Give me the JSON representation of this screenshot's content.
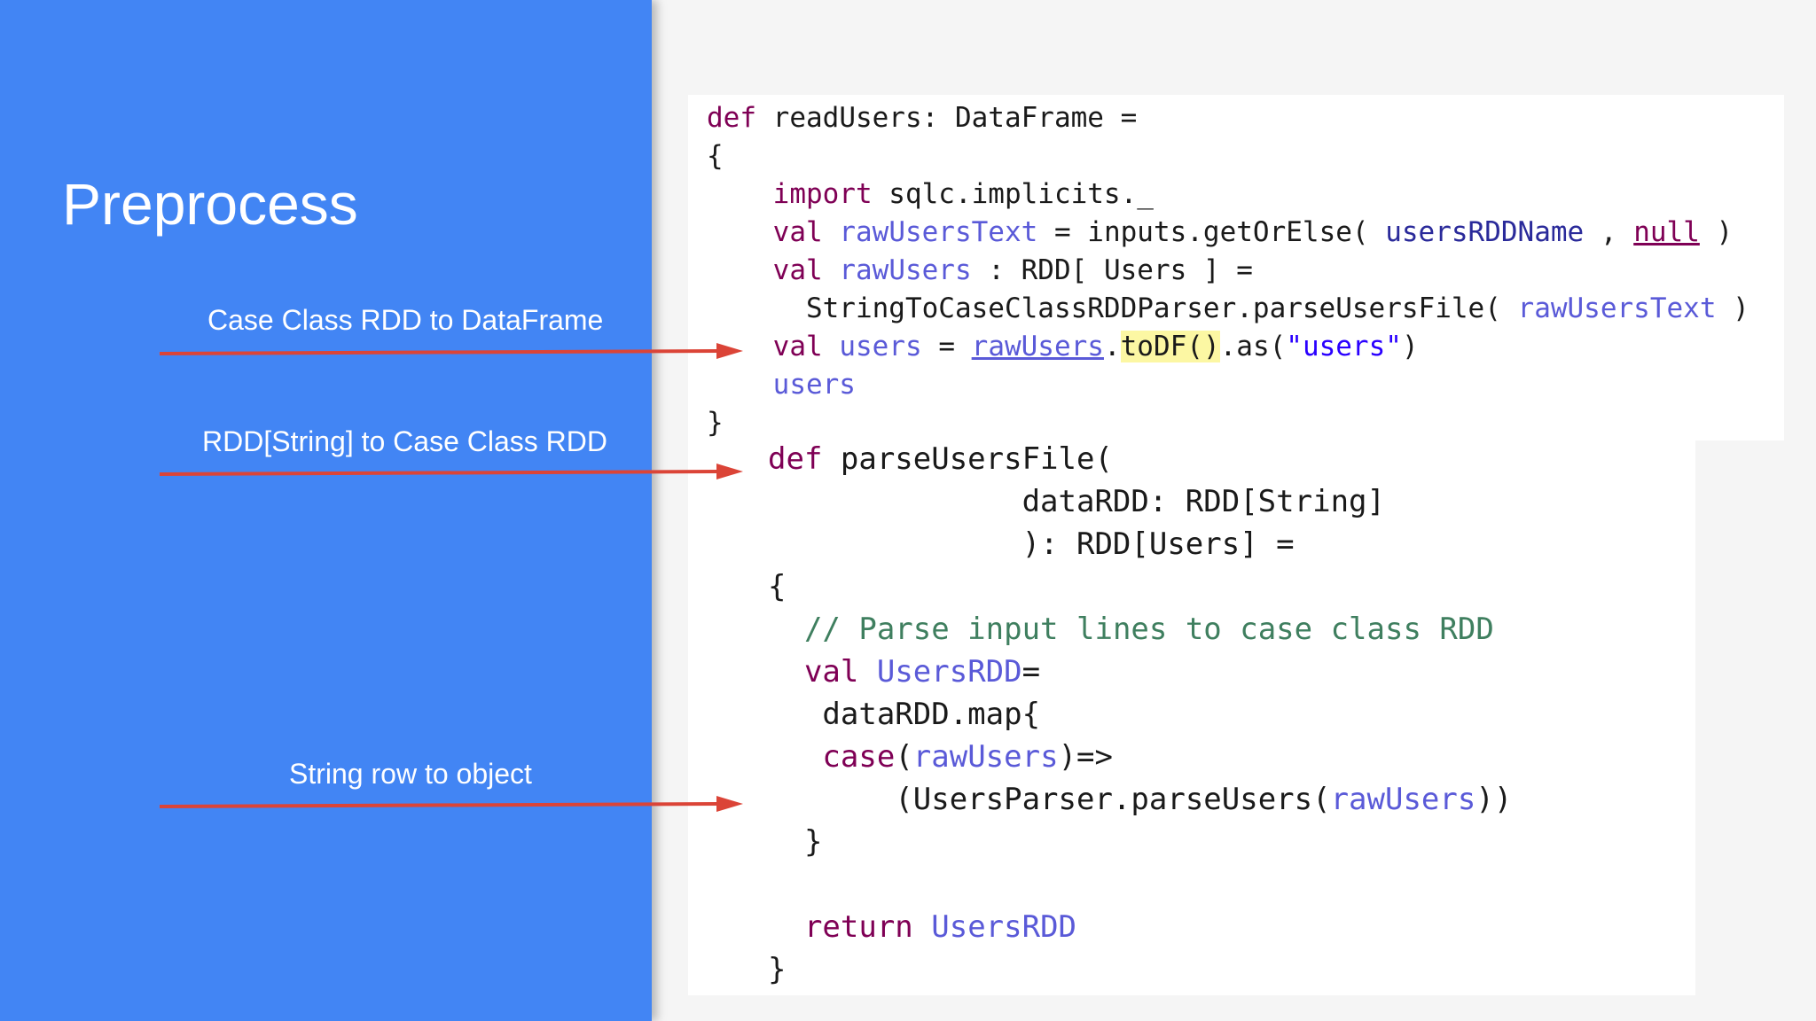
{
  "slide": {
    "title": "Preprocess",
    "annotations": [
      "Case Class RDD to DataFrame",
      "RDD[String] to Case Class RDD",
      "String row to object"
    ],
    "colors": {
      "panel": "#4285f4",
      "arrow": "#db4437",
      "keyword": "#7f0055",
      "variable": "#5a5ad8",
      "comment": "#3f7f5f",
      "highlight": "#fcf7a3"
    }
  },
  "code1": {
    "l1": {
      "kw": "def",
      "rest": " readUsers: DataFrame ="
    },
    "l2": "{",
    "l3": {
      "kw": "import",
      "rest": " sqlc.implicits._"
    },
    "l4": {
      "kw": "val",
      "v": "rawUsersText",
      "mid": " = inputs.getOrElse( ",
      "arg": "usersRDDName",
      "sep": " , ",
      "nul": "null",
      "end": " )"
    },
    "l5": {
      "kw": "val",
      "v": "rawUsers",
      "rest": " : RDD[ Users ] ="
    },
    "l6": {
      "pre": "StringToCaseClassRDDParser.parseUsersFile( ",
      "v": "rawUsersText",
      "end": " )"
    },
    "l7": {
      "kw": "val",
      "v": "users",
      "eq": " = ",
      "u": "rawUsers",
      "dot": ".",
      "hl": "toDF()",
      "as": ".as(",
      "s": "\"users\"",
      "end": ")"
    },
    "l8": "users",
    "l9": "}"
  },
  "code2": {
    "l1": {
      "kw": "def",
      "rest": " parseUsersFile("
    },
    "l2": "dataRDD: RDD[String]",
    "l3": "): RDD[Users] =",
    "l4": "{",
    "l5": "// Parse input lines to case class RDD",
    "l6": {
      "kw": "val",
      "v": "UsersRDD",
      "rest": "="
    },
    "l7": "dataRDD.map{",
    "l8": {
      "kw": "case",
      "open": "(",
      "v": "rawUsers",
      "rest": ")=>"
    },
    "l9": {
      "pre": "(UsersParser.parseUsers(",
      "v": "rawUsers",
      "end": "))"
    },
    "l10": "}",
    "l11": {
      "kw": "return",
      "v": "UsersRDD"
    },
    "l12": "}"
  }
}
